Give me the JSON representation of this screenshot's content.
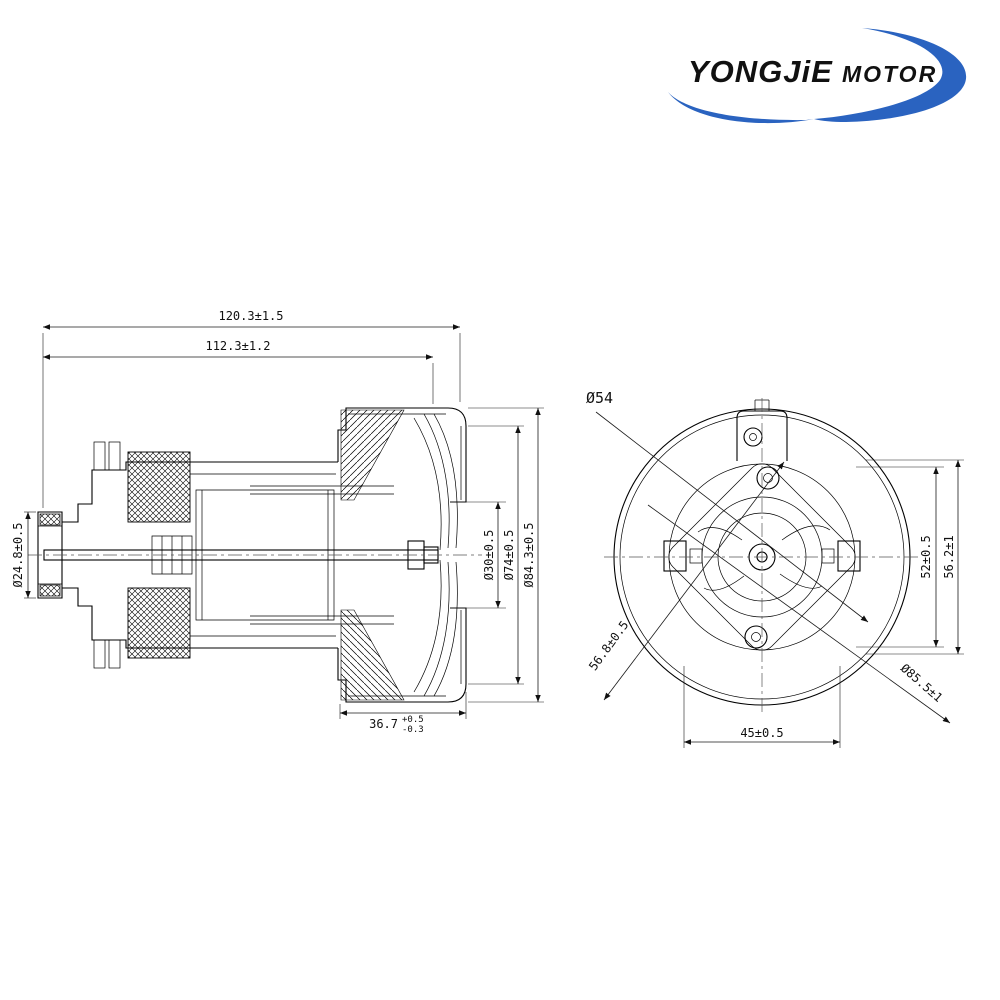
{
  "logo": {
    "brand": "YONGJiE",
    "suffix": "MOTOR",
    "accent_color": "#2a63c0",
    "text_color": "#1c2f6e"
  },
  "side_view": {
    "dims": {
      "overall_length": "120.3±1.5",
      "stack_length": "112.3±1.2",
      "bearing_dia": "Ø24.8±0.5",
      "inlet_dia": "Ø30±0.5",
      "fan_dia": "Ø74±0.5",
      "housing_dia": "Ø84.3±0.5",
      "fan_depth": "36.7",
      "fan_depth_plus": "+0.5",
      "fan_depth_minus": "-0.3"
    }
  },
  "end_view": {
    "dims": {
      "pitch_dia": "Ø54",
      "width_inner": "52±0.5",
      "width_outer": "56.2±1",
      "diagonal": "56.8±0.5",
      "outer_dia": "Ø85.5±1",
      "base_width": "45±0.5"
    }
  }
}
